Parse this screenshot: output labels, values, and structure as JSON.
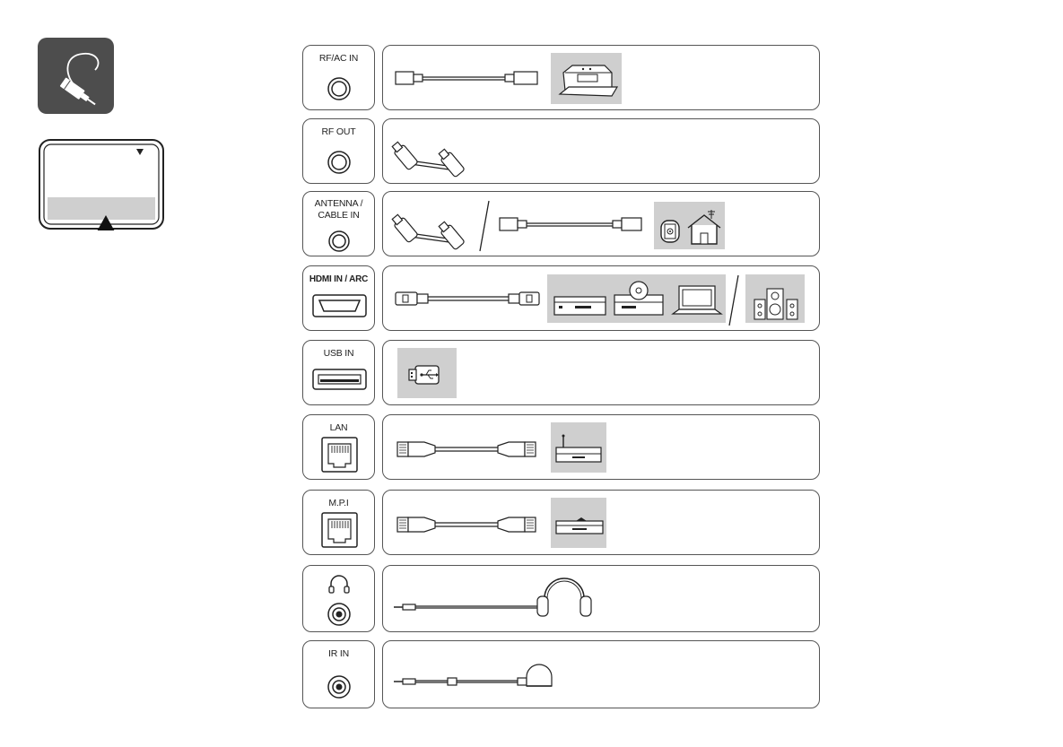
{
  "ports": [
    {
      "id": "rf-ac-in",
      "label": "RF/AC IN"
    },
    {
      "id": "rf-out",
      "label": "RF OUT"
    },
    {
      "id": "antenna-cable-in",
      "label": "ANTENNA /\nCABLE IN"
    },
    {
      "id": "hdmi-in-arc",
      "label": "HDMI IN / ARC"
    },
    {
      "id": "usb-in",
      "label": "USB IN"
    },
    {
      "id": "lan",
      "label": "LAN"
    },
    {
      "id": "mpi",
      "label": "M.P.I"
    },
    {
      "id": "headphone",
      "label": ""
    },
    {
      "id": "ir-in",
      "label": "IR IN"
    }
  ],
  "icons": {
    "cable_logo": "cable-connection-icon",
    "tv_rear": "tv-rear-panel-icon"
  },
  "colors": {
    "logo_bg": "#4d4d4d",
    "panel_gray": "#cfcfcf",
    "outline": "#555555"
  }
}
